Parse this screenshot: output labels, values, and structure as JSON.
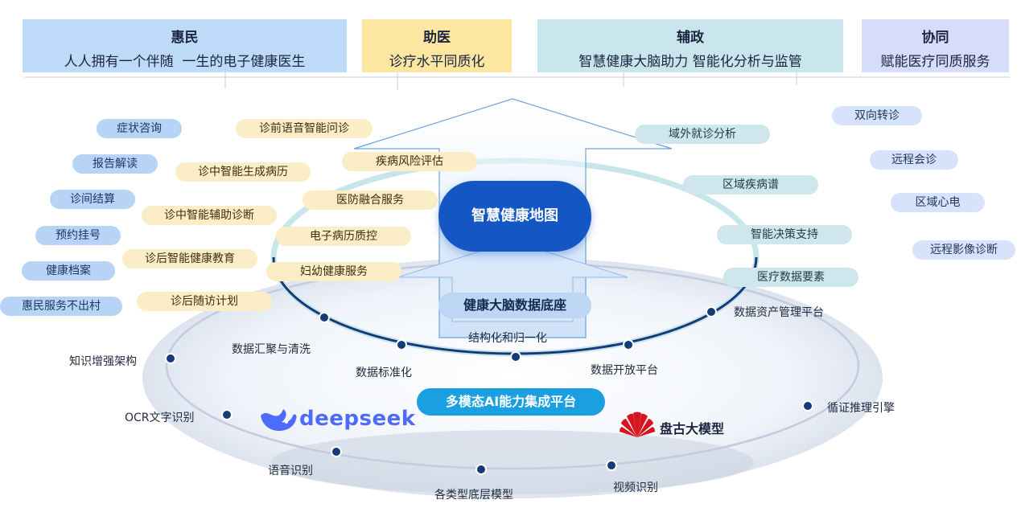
{
  "top": {
    "huimin": {
      "title": "惠民",
      "subtitle": "人人拥有一个伴随  一生的电子健康医生"
    },
    "zhuyi": {
      "title": "助医",
      "subtitle": "诊疗水平同质化"
    },
    "fuzheng": {
      "title": "辅政",
      "subtitle": "智慧健康大脑助力 智能化分析与监管"
    },
    "xietong": {
      "title": "协同",
      "subtitle": "赋能医疗同质服务"
    }
  },
  "left_services": [
    "症状咨询",
    "报告解读",
    "诊间结算",
    "预约挂号",
    "健康档案",
    "惠民服务不出村"
  ],
  "doctor_services": [
    "诊前语音智能问诊",
    "诊中智能生成病历",
    "诊中智能辅助诊断",
    "诊后智能健康教育",
    "诊后随访计划"
  ],
  "mid_services": [
    "疾病风险评估",
    "医防融合服务",
    "电子病历质控",
    "妇幼健康服务"
  ],
  "gov_services": [
    "域外就诊分析",
    "区域疾病谱",
    "智能决策支持",
    "医疗数据要素"
  ],
  "collab_services": [
    "双向转诊",
    "远程会诊",
    "区域心电",
    "远程影像诊断"
  ],
  "center": {
    "map": "智慧健康地图",
    "base": "健康大脑数据底座",
    "ai_platform": "多模态AI能力集成平台"
  },
  "data_ring": [
    "数据汇聚与清洗",
    "数据标准化",
    "结构化和归一化",
    "数据开放平台",
    "数据资产管理平台"
  ],
  "ai_ring": [
    "知识增强架构",
    "OCR文字识别",
    "语音识别",
    "各类型底层模型",
    "视频识别",
    "循证推理引擎"
  ],
  "logos": {
    "deepseek": "deepseek",
    "pangu": "盘古大模型"
  },
  "colors": {
    "huimin": "#bddbf8",
    "zhuyi": "#fde6a0",
    "fuzheng": "#c9e6ec",
    "xietong": "#d5ddfb",
    "map_pill": "#1457c4",
    "base_pill": "#bcd6f3",
    "ai_pill": "#1aa0e0",
    "ring_dark": "#143a78",
    "deepseek": "#4d6bfe",
    "huawei": "#d7131f"
  }
}
